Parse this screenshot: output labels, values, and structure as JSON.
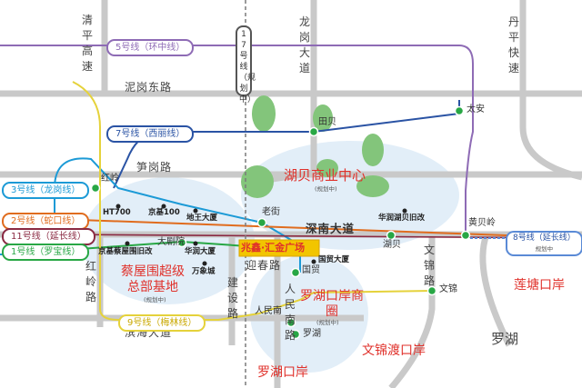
{
  "roads": {
    "qingping": "清平高速",
    "nigang": "泥岗东路",
    "longgang": "龙岗大道",
    "danping": "丹平快速",
    "sungang": "笋岗路",
    "shennan": "深南大道",
    "yingchun": "迎春路",
    "hongling": "红岭路",
    "jianshe": "建设路",
    "renmin": "人民南路",
    "wenjin": "文锦路",
    "binhai": "滨海大道"
  },
  "lines": {
    "line5": "5号线（环中线）",
    "line7": "7号线（西丽线）",
    "line3": "3号线（龙岗线）",
    "line2": "2号线（蛇口线）",
    "line11": "11号线（延长线）",
    "line1": "1号线（罗宝线）",
    "line9": "9号线（梅林线）",
    "line8": "8号线（延长线）",
    "line8_note": "规划中",
    "line17": "17号线（规划中）"
  },
  "stations": {
    "tianbei": "田贝",
    "taian": "太安",
    "hongling": "红岭",
    "laojie": "老街",
    "huangbeiling": "黄贝岭",
    "dajuyuan": "大剧院",
    "hubei": "湖贝",
    "guomao": "国贸",
    "renminnan": "人民南",
    "wenjin": "文锦",
    "luohu": "罗湖"
  },
  "pois": {
    "ht700": "HT700",
    "jingji100": "京基100",
    "diwang": "地王大厦",
    "jingjiganghu": "京基蔡屋围旧改",
    "huarun": "华润大厦",
    "wanxiangcheng": "万象城",
    "guomao_building": "国贸大厦",
    "huarun_hubei": "华润湖贝旧改"
  },
  "areas": {
    "hubei_center": "湖贝商业中心",
    "hubei_note": "(规划中)",
    "caiwuwei": "蔡屋围超级总部基地",
    "caiwuwei_note": "(规划中)",
    "luohu_circle": "罗湖口岸商圈",
    "luohu_circle_note": "(规划中)",
    "wenjindu": "文锦渡口岸",
    "liantang": "莲塘口岸",
    "luohu_port": "罗湖口岸",
    "luohu_district": "罗湖"
  },
  "highlight": {
    "title": "兆鑫·汇金广场"
  },
  "colors": {
    "line5": "#8e6bb5",
    "line7": "#2a53a4",
    "line3": "#1c9ad6",
    "line2": "#e06c1e",
    "line11": "#8a2942",
    "line1": "#28a745",
    "line9": "#e5d23b",
    "line8": "#5a8ad6",
    "red_text": "#e0312b"
  }
}
